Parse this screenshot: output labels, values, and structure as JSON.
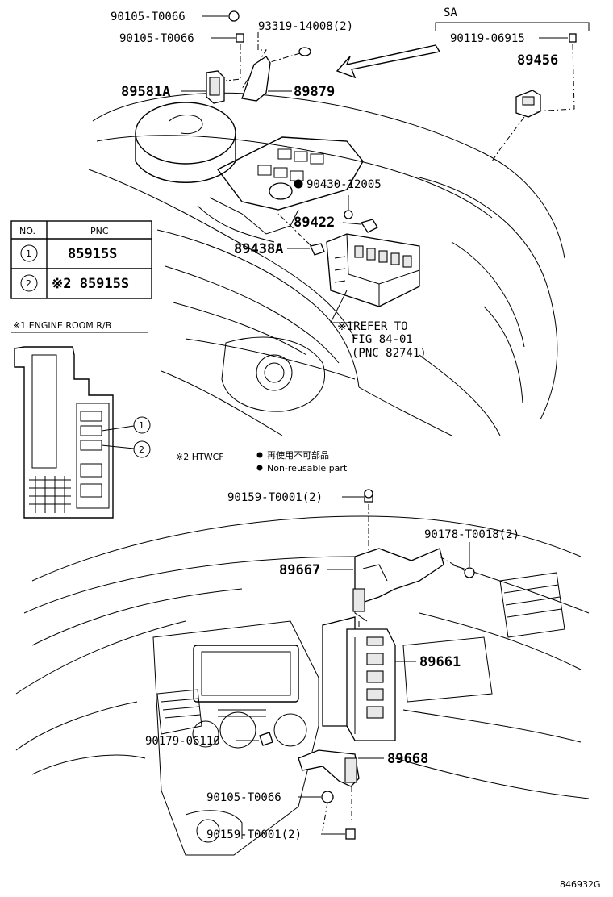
{
  "labels": {
    "p90105_t0066_top1": "90105-T0066",
    "p90105_t0066_top2": "90105-T0066",
    "p93319": "93319-14008(2)",
    "sa": "SA",
    "p90119": "90119-06915",
    "p89456": "89456",
    "p89581a": "89581A",
    "p89879": "89879",
    "p90430": "90430-12005",
    "p89422": "89422",
    "p89438a": "89438A",
    "refer_line1": "※1REFER TO",
    "refer_line2": "FIG 84-01",
    "refer_line3": "(PNC 82741)",
    "engine_room": "※1 ENGINE ROOM R/B",
    "htwcf": "※2 HTWCF",
    "nonreuse_jp": "再使用不可部品",
    "nonreuse_en": "Non-reusable part",
    "p90159_top": "90159-T0001(2)",
    "p90178": "90178-T0018(2)",
    "p89667": "89667",
    "p89661": "89661",
    "p90179": "90179-06110",
    "p89668": "89668",
    "p90105_bottom": "90105-T0066",
    "p90159_bottom": "90159-T0001(2)",
    "diagram_id": "846932G"
  },
  "pnc_table": {
    "headers": [
      "NO.",
      "PNC"
    ],
    "rows": [
      {
        "no": "1",
        "pnc": "85915S"
      },
      {
        "no": "2",
        "pnc": "※2 85915S"
      }
    ]
  },
  "callouts": {
    "one": "1",
    "two": "2"
  }
}
